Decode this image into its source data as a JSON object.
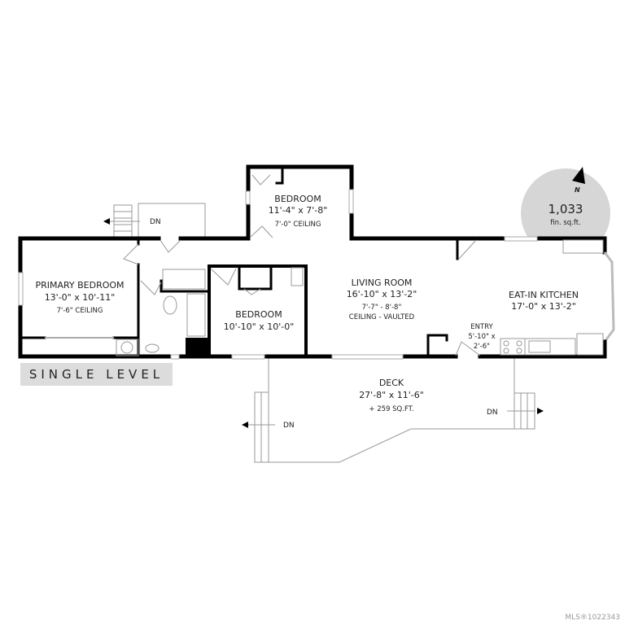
{
  "plan": {
    "level_label": "SINGLE LEVEL",
    "area": {
      "value": "1,033",
      "unit": "fin. sq.ft."
    },
    "north_label": "N",
    "stairs_label": "DN",
    "rooms": {
      "bedroom_upper": {
        "name": "BEDROOM",
        "size": "11'-4\" x 7'-8\"",
        "ceiling": "7'-0\" CEILING"
      },
      "primary_bedroom": {
        "name": "PRIMARY BEDROOM",
        "size": "13'-0\" x 10'-11\"",
        "ceiling": "7'-6\" CEILING"
      },
      "bedroom_lower": {
        "name": "BEDROOM",
        "size": "10'-10\" x 10'-0\""
      },
      "living_room": {
        "name": "LIVING ROOM",
        "size": "16'-10\" x 13'-2\"",
        "ceiling_1": "7'-7\" - 8'-8\"",
        "ceiling_2": "CEILING - VAULTED"
      },
      "kitchen": {
        "name": "EAT-IN KITCHEN",
        "size": "17'-0\" x 13'-2\""
      },
      "entry": {
        "name": "ENTRY",
        "size_1": "5'-10\" x",
        "size_2": "2'-6\""
      },
      "deck": {
        "name": "DECK",
        "size": "27'-8\" x 11'-6\"",
        "area": "+ 259 SQ.FT."
      }
    },
    "mls": "MLS®1022343"
  }
}
